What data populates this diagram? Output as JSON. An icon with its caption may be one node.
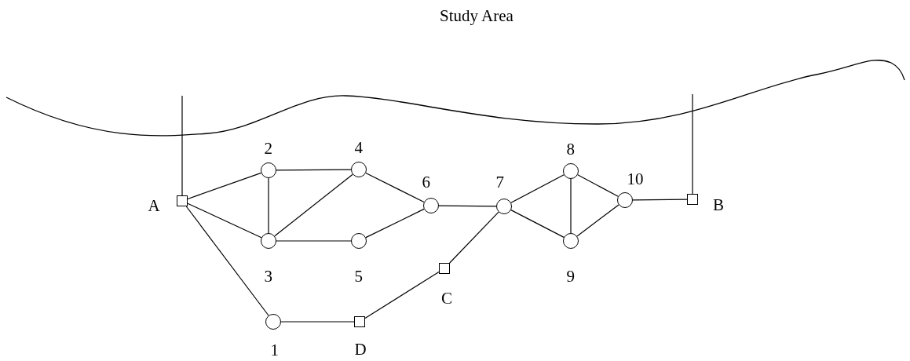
{
  "diagram": {
    "nodes": [
      {
        "text": [],
        "shape": "box",
        "beside": [
          "A"
        ]
      },
      {
        "text": [],
        "shape": "circle",
        "beside": [
          "1"
        ]
      },
      {
        "text": [],
        "shape": "circle",
        "beside": [
          "2"
        ]
      },
      {
        "text": [],
        "shape": "circle",
        "beside": [
          "3"
        ]
      },
      {
        "text": [],
        "shape": "circle",
        "beside": [
          "4"
        ]
      },
      {
        "text": [],
        "shape": "circle",
        "beside": [
          "5"
        ]
      },
      {
        "text": [],
        "shape": "circle",
        "beside": [
          "6"
        ]
      },
      {
        "text": [],
        "shape": "circle",
        "beside": [
          "7"
        ]
      },
      {
        "text": [],
        "shape": "circle",
        "beside": [
          "8"
        ]
      },
      {
        "text": [],
        "shape": "circle",
        "beside": [
          "9"
        ]
      },
      {
        "text": [],
        "shape": "circle",
        "beside": [
          "10"
        ]
      },
      {
        "text": [],
        "shape": "box",
        "beside": [
          "B"
        ]
      },
      {
        "text": [],
        "shape": "box",
        "beside": [
          "C"
        ]
      },
      {
        "text": [],
        "shape": "box",
        "beside": [
          "D"
        ]
      }
    ],
    "edges": [
      {
        "from": 0,
        "to": 2,
        "arrow": "none"
      },
      {
        "from": 0,
        "to": 3,
        "arrow": "none"
      },
      {
        "from": 0,
        "to": 1,
        "arrow": "none"
      },
      {
        "from": 2,
        "to": 4,
        "arrow": "none"
      },
      {
        "from": 2,
        "to": 3,
        "arrow": "none"
      },
      {
        "from": 3,
        "to": 4,
        "arrow": "none"
      },
      {
        "from": 3,
        "to": 5,
        "arrow": "none"
      },
      {
        "from": 4,
        "to": 6,
        "arrow": "none"
      },
      {
        "from": 5,
        "to": 6,
        "arrow": "none"
      },
      {
        "from": 6,
        "to": 7,
        "arrow": "none"
      },
      {
        "from": 7,
        "to": 8,
        "arrow": "none"
      },
      {
        "from": 7,
        "to": 9,
        "arrow": "none"
      },
      {
        "from": 8,
        "to": 9,
        "arrow": "none"
      },
      {
        "from": 8,
        "to": 10,
        "arrow": "none"
      },
      {
        "from": 9,
        "to": 10,
        "arrow": "none"
      },
      {
        "from": 10,
        "to": 11,
        "arrow": "none"
      },
      {
        "from": 1,
        "to": 13,
        "arrow": "none"
      },
      {
        "from": 13,
        "to": 12,
        "arrow": "none"
      },
      {
        "from": 12,
        "to": 7,
        "arrow": "none"
      },
      {
        "from": 0,
        "to": null,
        "arrow": "none"
      },
      {
        "from": 11,
        "to": null,
        "arrow": "none"
      }
    ],
    "labels": [
      "Study Area"
    ]
  }
}
